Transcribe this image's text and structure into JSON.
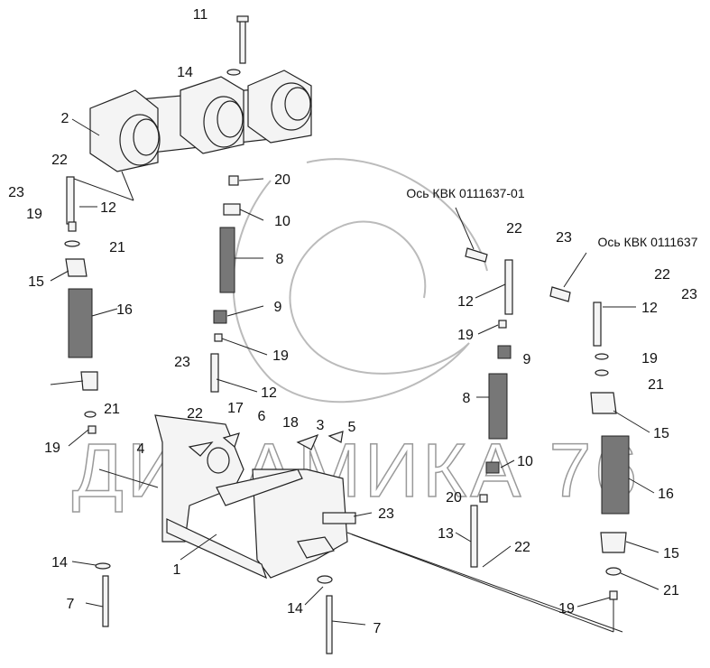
{
  "watermark": "ДИНАМИКА 76",
  "labels": [
    "11",
    "14",
    "2",
    "22",
    "23",
    "12",
    "20",
    "10",
    "19",
    "21",
    "8",
    "15",
    "16",
    "9",
    "19",
    "23",
    "12",
    "22",
    "17",
    "6",
    "18",
    "3",
    "5",
    "4",
    "21",
    "19",
    "1",
    "23",
    "14",
    "7",
    "14",
    "7",
    "Ось КВК 0111637-01",
    "22",
    "23",
    "Ось КВК 0111637",
    "22",
    "23",
    "12",
    "12",
    "19",
    "9",
    "19",
    "21",
    "8",
    "15",
    "10",
    "20",
    "16",
    "13",
    "22",
    "15",
    "21",
    "19"
  ]
}
